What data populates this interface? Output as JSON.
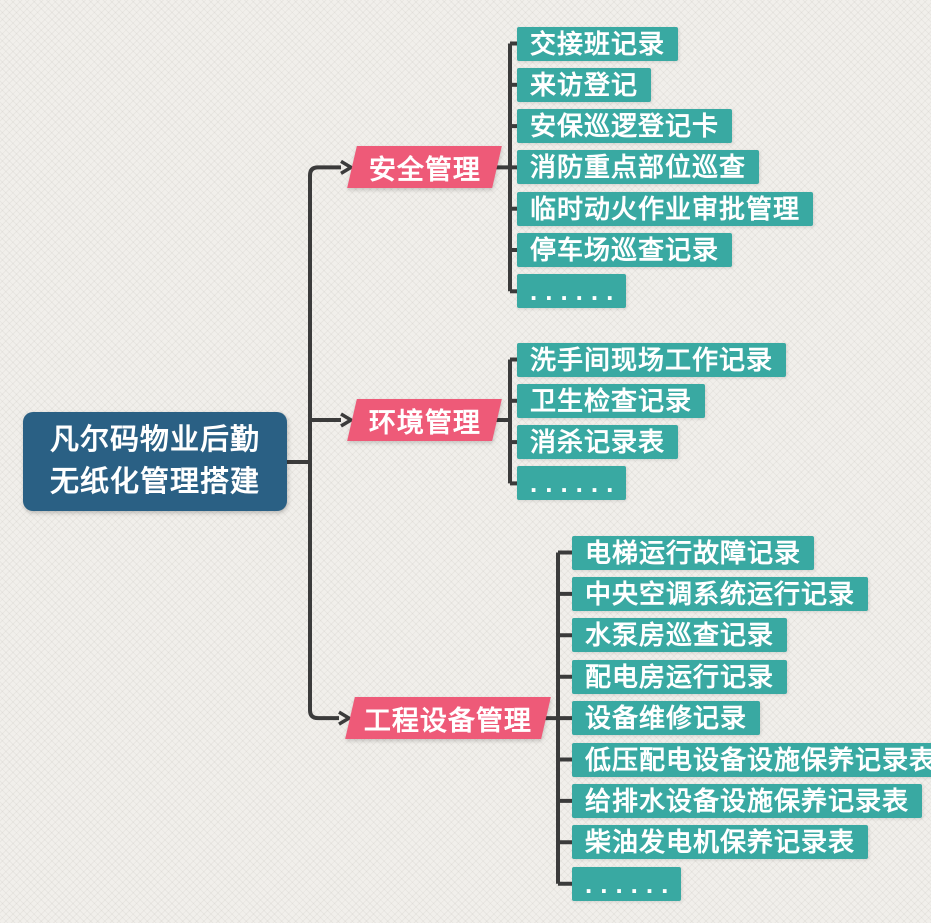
{
  "diagram_type": "mindmap",
  "root": {
    "label_line1": "凡尔码物业后勤",
    "label_line2": "无纸化管理搭建"
  },
  "branches": [
    {
      "id": "security",
      "label": "安全管理",
      "children": [
        "交接班记录",
        "来访登记",
        "安保巡逻登记卡",
        "消防重点部位巡查",
        "临时动火作业审批管理",
        "停车场巡查记录",
        "......"
      ]
    },
    {
      "id": "environment",
      "label": "环境管理",
      "children": [
        "洗手间现场工作记录",
        "卫生检查记录",
        "消杀记录表",
        "......"
      ]
    },
    {
      "id": "engineering",
      "label": "工程设备管理",
      "children": [
        "电梯运行故障记录",
        "中央空调系统运行记录",
        "水泵房巡查记录",
        "配电房运行记录",
        "设备维修记录",
        "低压配电设备设施保养记录表",
        "给排水设备设施保养记录表",
        "柴油发电机保养记录表",
        "......"
      ]
    }
  ],
  "colors": {
    "background": "#f1efeb",
    "root_bg": "#2a6084",
    "branch_bg": "#ee5a78",
    "leaf_bg": "#39a9a2",
    "connector": "#3b3b3b",
    "text": "#ffffff"
  }
}
